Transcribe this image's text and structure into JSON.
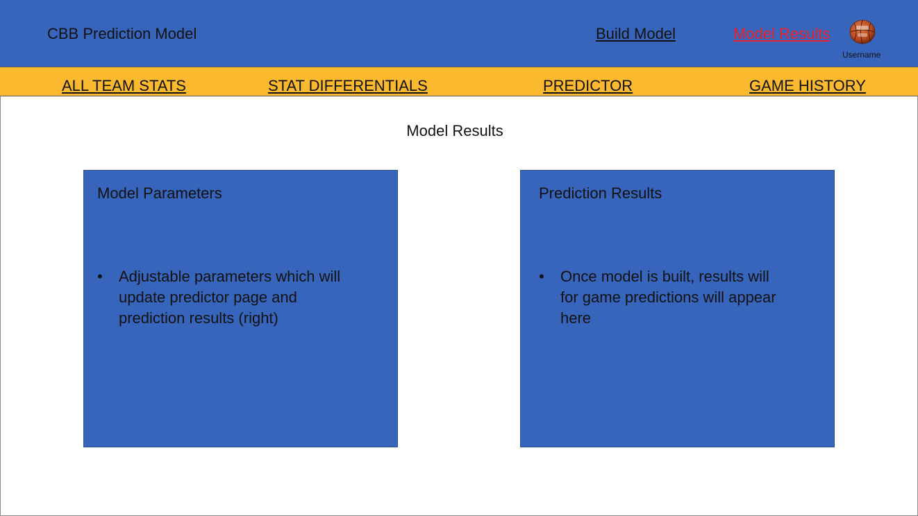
{
  "header": {
    "app_title": "CBB Prediction Model",
    "nav": {
      "build_model": "Build Model",
      "model_results": "Model Results"
    },
    "user": {
      "username": "Username",
      "avatar_icon": "basketball-icon"
    }
  },
  "subnav": {
    "items": [
      "ALL TEAM STATS",
      "STAT DIFFERENTIALS",
      "PREDICTOR",
      "GAME HISTORY"
    ]
  },
  "main": {
    "heading": "Model Results",
    "panels": [
      {
        "title": "Model Parameters",
        "bullet": "Adjustable parameters which will update predictor page and prediction results (right)"
      },
      {
        "title": "Prediction Results",
        "bullet": "Once model is built, results will for game predictions will appear here"
      }
    ]
  },
  "colors": {
    "header_bg": "#3865BC",
    "subnav_bg": "#FBB92F",
    "active_link": "#E8202A",
    "panel_bg": "#3865BC"
  }
}
